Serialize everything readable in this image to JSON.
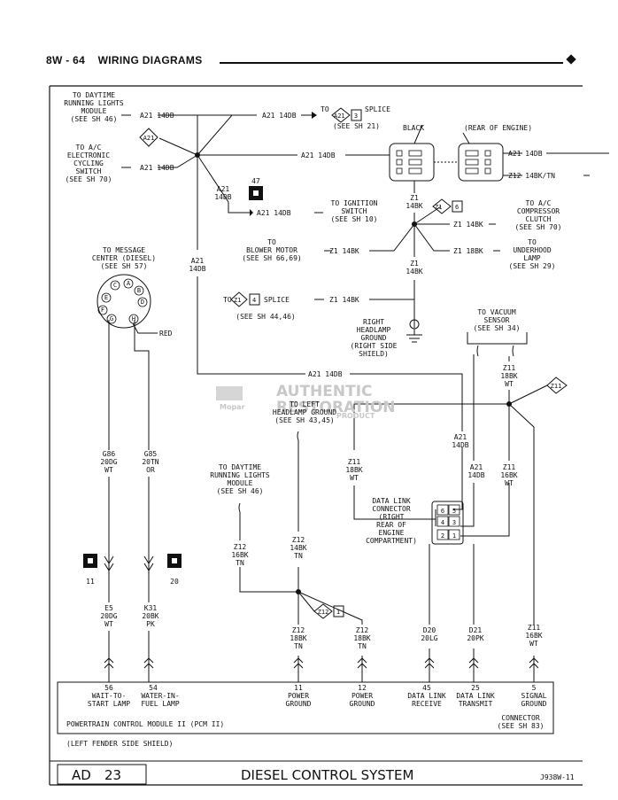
{
  "page": {
    "section": "8W - 64",
    "title": "WIRING DIAGRAMS"
  },
  "watermark": {
    "line1": "AUTHENTIC",
    "line2": "RESTORATION",
    "line3": "PRODUCT",
    "brand": "Mopar"
  },
  "labels": {
    "drl_top": [
      "TO DAYTIME",
      "RUNNING LIGHTS",
      "MODULE",
      "(SEE SH 46)"
    ],
    "ac_cycling": [
      "TO A/C",
      "ELECTRONIC",
      "CYCLING",
      "SWITCH",
      "(SEE SH 70)"
    ],
    "a21_tag": "A21",
    "a21_14db": "A21 14DB",
    "splice_to": "TO",
    "splice_a21": "A21",
    "splice_a21_num": "3",
    "splice_word": "SPLICE",
    "see_sh21": "(SEE SH 21)",
    "black": "BLACK",
    "rear_engine": "(REAR OF ENGINE)",
    "z12_14bk_tn": "Z12 14BK/TN",
    "conn47": "47",
    "a21_label": "A21",
    "db14": "14DB",
    "ign_switch": [
      "TO IGNITION",
      "SWITCH",
      "(SEE SH 10)"
    ],
    "z1": "Z1",
    "bk14": "14BK",
    "z1_tag": "Z1",
    "z1_tag_num": "6",
    "ac_comp": [
      "TO A/C",
      "COMPRESSOR",
      "CLUTCH",
      "(SEE SH 70)"
    ],
    "z1_14bk": "Z1 14BK",
    "z1_18bk": "Z1 18BK",
    "blower": [
      "TO",
      "BLOWER MOTOR",
      "(SEE SH 66,69)"
    ],
    "underhood": [
      "TO",
      "UNDERHOOD",
      "LAMP",
      "(SEE SH 29)"
    ],
    "msg_center": [
      "TO MESSAGE",
      "CENTER (DIESEL)",
      "(SEE SH 57)"
    ],
    "pins": [
      "A",
      "B",
      "C",
      "D",
      "E",
      "F",
      "G",
      "H"
    ],
    "red": "RED",
    "splice_z1_to": "TO",
    "splice_z1": "Z1",
    "splice_z1_num": "4",
    "see_sh44": "(SEE SH 44,46)",
    "headlamp_ground": [
      "RIGHT",
      "HEADLAMP",
      "GROUND",
      "(RIGHT SIDE",
      "SHIELD)"
    ],
    "vacuum": [
      "TO VACUUM",
      "SENSOR",
      "(SEE SH 34)"
    ],
    "z11_18bk_wt": [
      "Z11",
      "18BK",
      "WT"
    ],
    "z11_tag": "Z11",
    "left_headlamp": [
      "TO LEFT",
      "HEADLAMP GROUND",
      "(SEE SH 43,45)"
    ],
    "g86": [
      "G86",
      "20DG",
      "WT"
    ],
    "g85": [
      "G85",
      "20TN",
      "OR"
    ],
    "z11_mid": [
      "Z11",
      "18BK",
      "WT"
    ],
    "a21_14db_v": [
      "A21",
      "14DB"
    ],
    "a21_14db_v2": [
      "A21",
      "14DB"
    ],
    "z11_16bk": [
      "Z11",
      "16BK",
      "WT"
    ],
    "drl_mid": [
      "TO DAYTIME",
      "RUNNING LIGHTS",
      "MODULE",
      "(SEE SH 46)"
    ],
    "dlc": [
      "DATA LINK",
      "CONNECTOR",
      "(RIGHT",
      "REAR OF",
      "ENGINE",
      "COMPARTMENT)"
    ],
    "dlc_pins": [
      "6",
      "5",
      "4",
      "3",
      "2",
      "1"
    ],
    "z12_16bk": [
      "Z12",
      "16BK",
      "TN"
    ],
    "z12_14bk": [
      "Z12",
      "14BK",
      "TN"
    ],
    "conn11": "11",
    "conn20": "20",
    "e5": [
      "E5",
      "20DG",
      "WT"
    ],
    "k31": [
      "K31",
      "20BK",
      "PK"
    ],
    "z12_tag": "Z12",
    "z12_tag_num": "1",
    "z12_18bk_a": [
      "Z12",
      "18BK",
      "TN"
    ],
    "z12_18bk_b": [
      "Z12",
      "18BK",
      "TN"
    ],
    "d20": [
      "D20",
      "20LG"
    ],
    "d21": [
      "D21",
      "20PK"
    ],
    "z11_16bk_b": [
      "Z11",
      "16BK",
      "WT"
    ]
  },
  "pcm": {
    "pins": [
      {
        "num": "56",
        "text": [
          "WAIT-TO-",
          "START LAMP"
        ]
      },
      {
        "num": "54",
        "text": [
          "WATER-IN-",
          "FUEL LAMP"
        ]
      },
      {
        "num": "11",
        "text": [
          "POWER",
          "GROUND"
        ]
      },
      {
        "num": "12",
        "text": [
          "POWER",
          "GROUND"
        ]
      },
      {
        "num": "45",
        "text": [
          "DATA LINK",
          "RECEIVE"
        ]
      },
      {
        "num": "25",
        "text": [
          "DATA LINK",
          "TRANSMIT"
        ]
      },
      {
        "num": "5",
        "text": [
          "SIGNAL",
          "GROUND"
        ]
      }
    ],
    "name": "POWERTRAIN CONTROL MODULE II (PCM II)",
    "connector_note": [
      "CONNECTOR",
      "(SEE SH 83)"
    ],
    "location": "(LEFT FENDER SIDE SHIELD)"
  },
  "footer": {
    "code": "AD",
    "page": "23",
    "title": "DIESEL CONTROL SYSTEM",
    "ref": "J938W-11"
  }
}
